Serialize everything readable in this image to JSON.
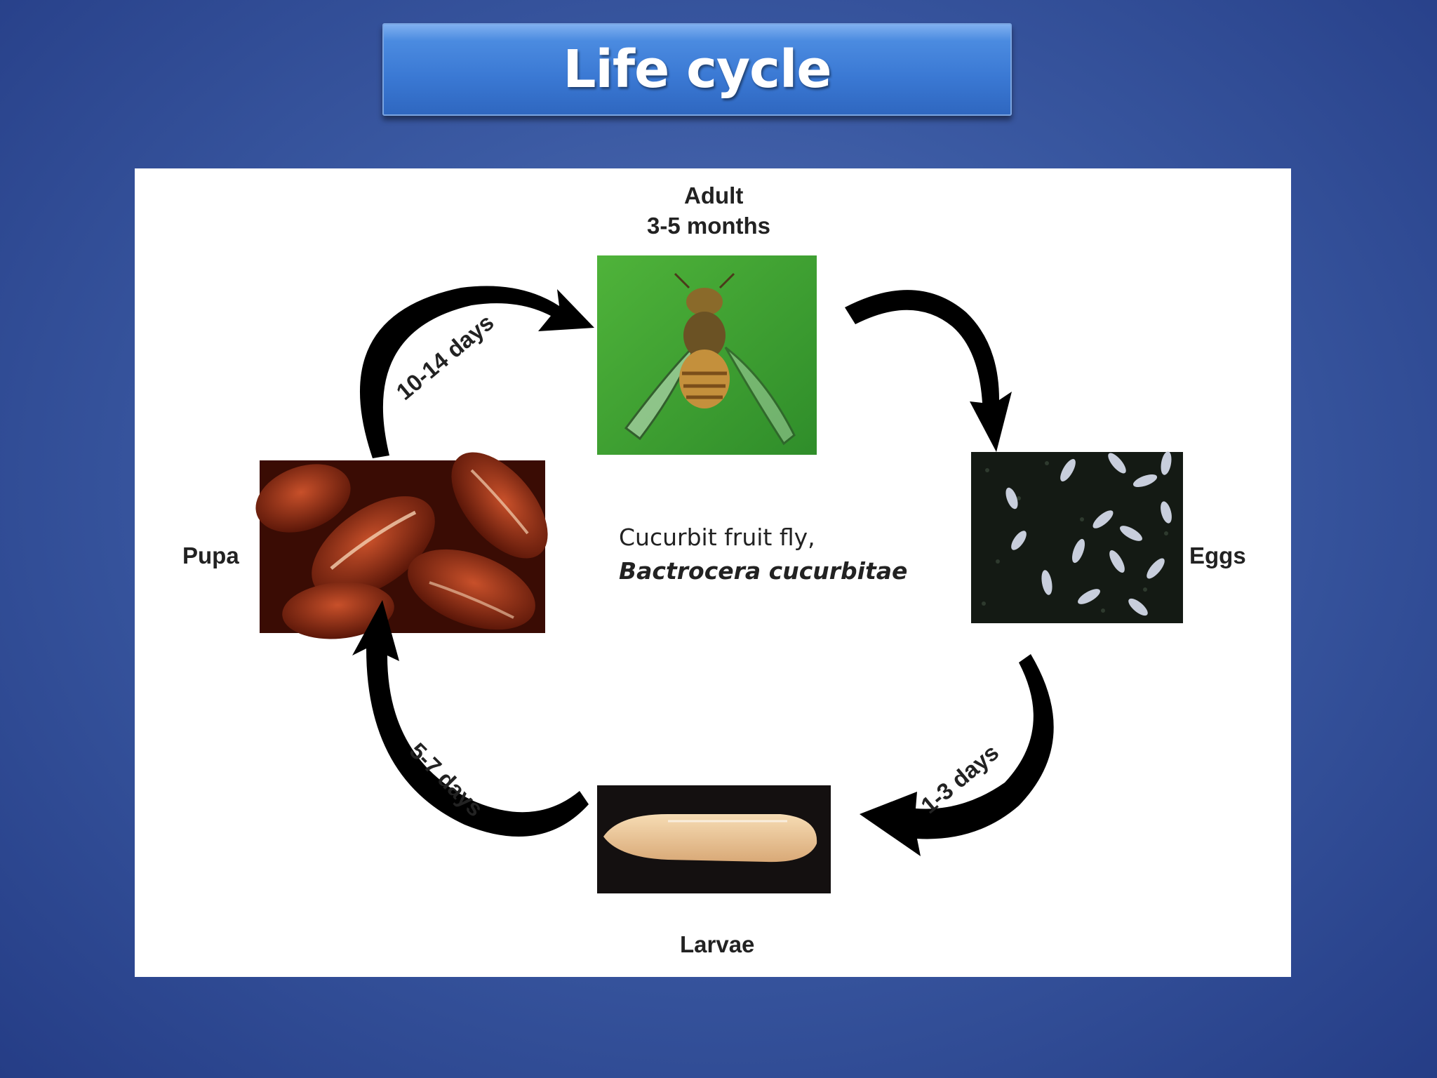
{
  "slide": {
    "title": "Life cycle"
  },
  "diagram": {
    "stages": {
      "adult": {
        "name": "Adult",
        "duration": "3-5 months"
      },
      "eggs": {
        "name": "Eggs"
      },
      "larvae": {
        "name": "Larvae"
      },
      "pupa": {
        "name": "Pupa"
      }
    },
    "transitions": {
      "pupa_to_adult": "10-14 days",
      "eggs_to_larvae": "1-3 days",
      "larvae_to_pupa": "5-7 days"
    },
    "species": {
      "common_name": "Cucurbit fruit fly,",
      "scientific_name": "Bactrocera cucurbitae"
    }
  }
}
